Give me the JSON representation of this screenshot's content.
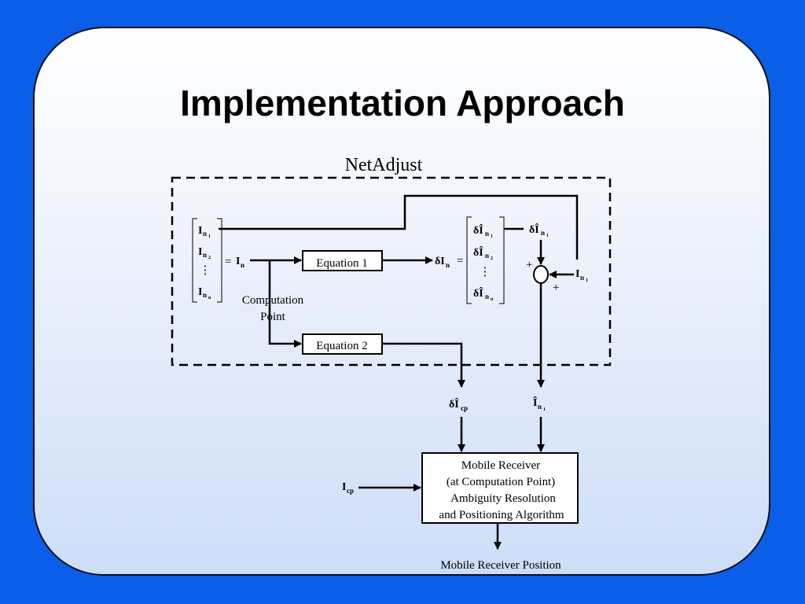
{
  "slide": {
    "title": "Implementation Approach"
  },
  "diagram": {
    "group_label": "NetAdjust",
    "equation1_label": "Equation 1",
    "equation2_label": "Equation 2",
    "computation_point_line1": "Computation",
    "computation_point_line2": "Point",
    "receiver_line1": "Mobile Receiver",
    "receiver_line2": "(at Computation Point)",
    "receiver_line3": "Ambiguity Resolution",
    "receiver_line4": "and Positioning Algorithm",
    "output_label": "Mobile Receiver Position",
    "plus_top": "+",
    "plus_bottom": "+",
    "equals": "=",
    "vdots": "⋮",
    "sym_I": "I",
    "sym_dI": "δI",
    "sym_dIhat": "δÎ",
    "sym_Ihat": "Î",
    "sub_n": "n",
    "sub_cp": "cp",
    "subsub_1": "1",
    "subsub_2": "2",
    "subsub_n": "n"
  }
}
